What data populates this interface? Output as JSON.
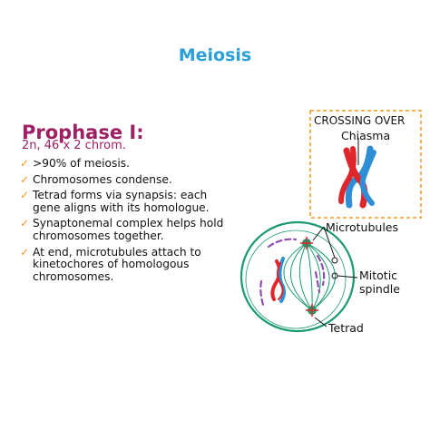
{
  "title": "Meiosis",
  "phase": {
    "heading": "Prophase I:",
    "chromosomes": "2n, 46 x 2 chrom.",
    "points": [
      ">90% of meiosis.",
      "Chromosomes condense.",
      "Tetrad forms via synapsis: each gene aligns with its  homologue.",
      "Synaptonemal complex helps hold chromosomes together.",
      "At end, microtubules attach to kinetochores of homologous chromosomes."
    ]
  },
  "diagram": {
    "crossing_over": "CROSSING OVER",
    "chiasma": "Chiasma",
    "microtubules": "Microtubules",
    "mitotic_line1": "Mitotic",
    "mitotic_line2": "spindle",
    "tetrad": "Tetrad"
  },
  "colors": {
    "title": "#2a9fd8",
    "phase": "#9c2062",
    "check": "#f29a1d",
    "red_chromosome": "#e0262b",
    "blue_chromosome": "#2f8fd6",
    "spindle": "#1a9a6e",
    "dashed_box": "#f29a1d",
    "purple_fragment": "#8e4fb3"
  },
  "icons": [
    "check-icon"
  ]
}
